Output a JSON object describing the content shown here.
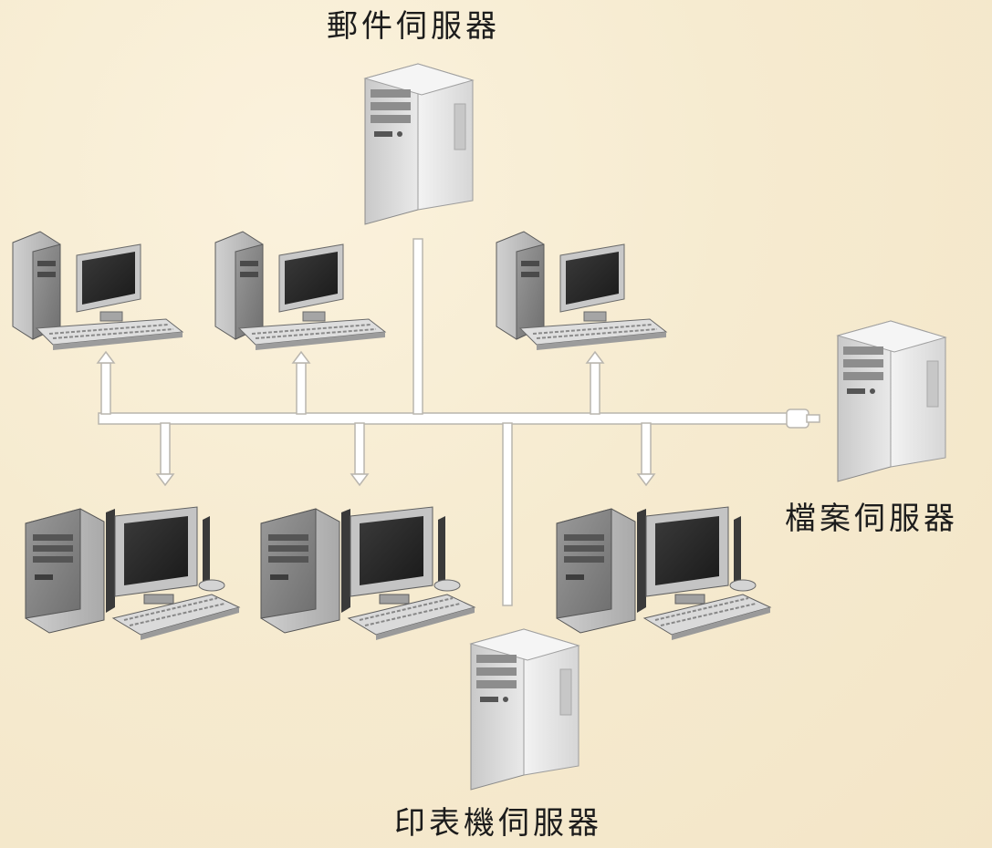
{
  "diagram": {
    "labels": {
      "mail_server": "郵件伺服器",
      "file_server": "檔案伺服器",
      "print_server": "印表機伺服器"
    },
    "colors": {
      "background": "#f9efd6",
      "cable": "#ffffff",
      "cable_edge": "#b9b5ad",
      "device_light": "#e2e2e2",
      "device_mid": "#b7b7b7",
      "device_dark": "#6d6d6d",
      "screen": "#262626"
    },
    "icons": {
      "server": "server-tower-icon",
      "workstation": "desktop-computer-icon"
    }
  }
}
